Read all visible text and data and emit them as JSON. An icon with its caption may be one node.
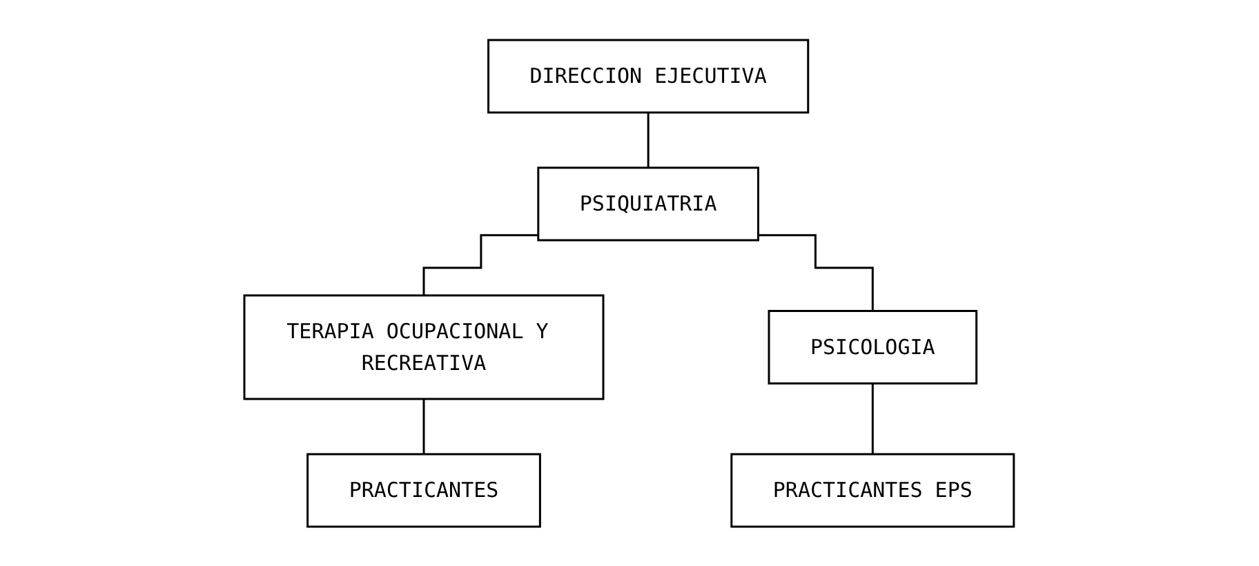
{
  "diagram": {
    "nodes": [
      {
        "text": [
          "DIRECCION EJECUTIVA"
        ]
      },
      {
        "text": [
          "PSIQUIATRIA"
        ]
      },
      {
        "text": [
          "TERAPIA OCUPACIONAL Y RECREATIVA"
        ]
      },
      {
        "text": [
          "PSICOLOGIA"
        ]
      },
      {
        "text": [
          "PRACTICANTES"
        ]
      },
      {
        "text": [
          "PRACTICANTES EPS"
        ]
      }
    ],
    "edges": [
      {
        "from": 0,
        "to": 1,
        "arrow": "none"
      },
      {
        "from": 1,
        "to": 2,
        "arrow": "none"
      },
      {
        "from": 1,
        "to": 3,
        "arrow": "none"
      },
      {
        "from": 2,
        "to": 4,
        "arrow": "none"
      },
      {
        "from": 3,
        "to": 5,
        "arrow": "none"
      }
    ]
  }
}
